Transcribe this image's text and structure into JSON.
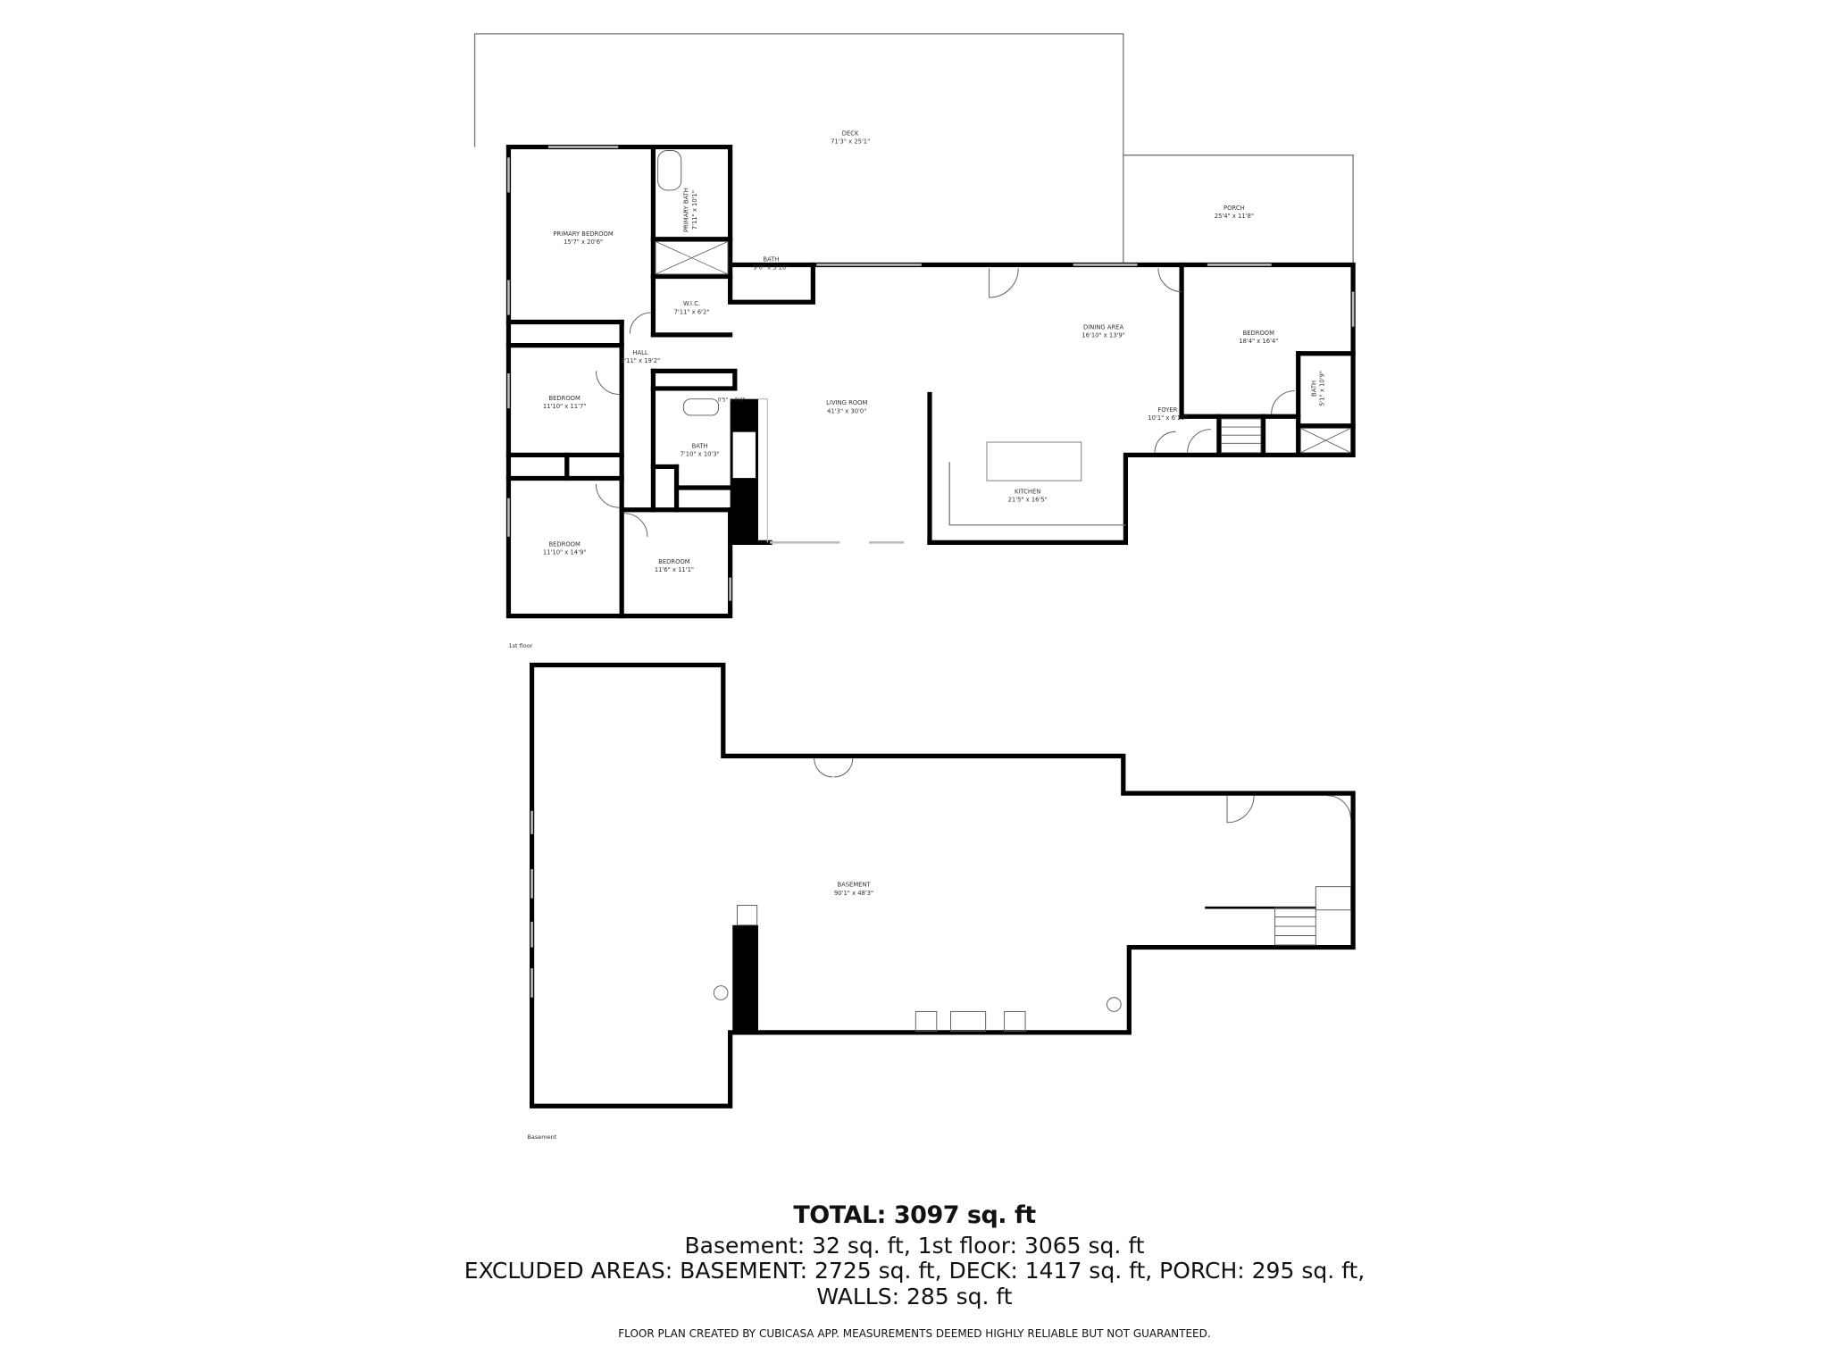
{
  "first_floor": {
    "label": "1st floor",
    "rooms": [
      {
        "name": "DECK",
        "dims": "71'3\" x 25'1\""
      },
      {
        "name": "PORCH",
        "dims": "25'4\" x 11'8\""
      },
      {
        "name": "PRIMARY BEDROOM",
        "dims": "15'7\" x 20'6\""
      },
      {
        "name": "PRIMARY BATH",
        "dims": "7'11\" x 10'1\""
      },
      {
        "name": "BATH",
        "dims": "9'0\" x 3'10\""
      },
      {
        "name": "W.I.C.",
        "dims": "7'11\" x 6'2\""
      },
      {
        "name": "HALL",
        "dims": "1'11\" x 19'2\""
      },
      {
        "name": "BEDROOM",
        "dims": "11'10\" x 11'7\""
      },
      {
        "name": "BATH",
        "dims": "7'10\" x 10'3\""
      },
      {
        "name": "BEDROOM",
        "dims": "11'10\" x 14'9\""
      },
      {
        "name": "BEDROOM",
        "dims": "11'6\" x 11'1\""
      },
      {
        "name": "LIVING ROOM",
        "dims": "41'3\" x 30'0\""
      },
      {
        "name": "DINING AREA",
        "dims": "16'10\" x 13'9\""
      },
      {
        "name": "KITCHEN",
        "dims": "21'5\" x 16'5\""
      },
      {
        "name": "FOYER",
        "dims": "10'1\" x 6'10\""
      },
      {
        "name": "BEDROOM",
        "dims": "18'4\" x 16'4\""
      },
      {
        "name": "BATH",
        "dims": "5'1\" x 10'9\""
      }
    ],
    "small_label": "0'5\" x 0'4\""
  },
  "basement": {
    "label": "Basement",
    "rooms": [
      {
        "name": "BASEMENT",
        "dims": "90'1\" x 48'3\""
      }
    ]
  },
  "summary": {
    "total": "TOTAL: 3097 sq. ft",
    "line1": "Basement: 32 sq. ft, 1st floor: 3065 sq. ft",
    "line2": "EXCLUDED AREAS: BASEMENT: 2725 sq. ft, DECK: 1417 sq. ft, PORCH: 295 sq. ft,",
    "line3": "WALLS: 285 sq. ft",
    "disclaimer": "FLOOR PLAN CREATED BY CUBICASA APP. MEASUREMENTS DEEMED HIGHLY RELIABLE BUT NOT GUARANTEED."
  },
  "colors": {
    "walls": "#000000",
    "windows": "#bbbbbb",
    "background": "#ffffff"
  }
}
